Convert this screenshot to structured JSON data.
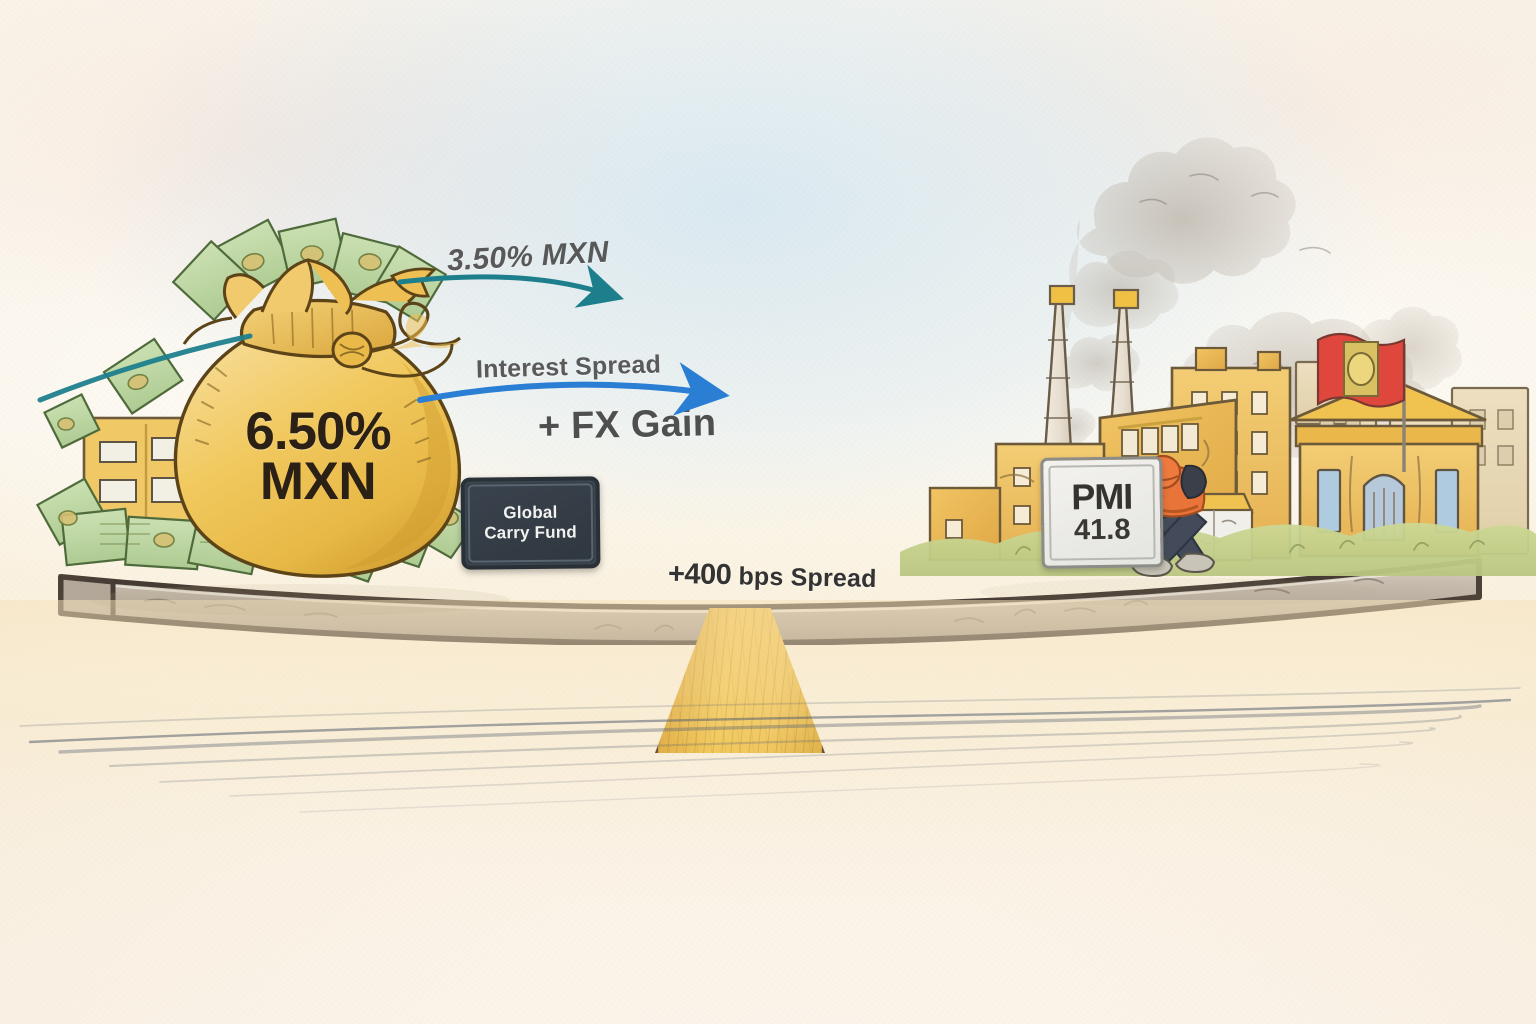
{
  "illustration": {
    "title": "Carry trade seesaw: high-yield MXN versus weak manufacturing PMI",
    "style": "hand-drawn watercolor sketch on textured paper"
  },
  "labels": {
    "mxn_rate": "3.50% MXN",
    "interest_spread": "Interest Spread",
    "fx_gain": "+ FX Gain",
    "plank_strong": "+400",
    "plank_light": " bps Spread"
  },
  "money_bag": {
    "rate": "6.50%",
    "currency": "MXN"
  },
  "carry_fund_sign": {
    "line1": "Global",
    "line2": "Carry Fund"
  },
  "pmi_sign": {
    "label": "PMI",
    "value": "41.8"
  },
  "colors": {
    "arrow_teal": "#1d7f8c",
    "arrow_blue": "#2a7fd4",
    "bag_gold": "#efc04a",
    "bag_gold_dark": "#c28b24",
    "plank_stone": "#b9ada0",
    "plank_outline": "#4a4038",
    "sign_slate": "#333c45",
    "pmi_panel": "#f0efec",
    "building_yellow": "#f0c260",
    "building_tan": "#e8d9b8",
    "flag_red": "#e0473c",
    "flag_emblem": "#e8c64a",
    "smoke_grey": "#a39a90",
    "grass_green": "#c3cf8e",
    "worker_orange": "#e8743a",
    "worker_navy": "#434b5a",
    "money_green": "#b9d2a0",
    "text_grey": "#4a4a4a",
    "text_dark": "#2b2016",
    "ground_pencil": "#5a6472",
    "paper": "#fdfaf4",
    "sky_blue": "#96c8eb"
  },
  "scene_elements": {
    "left_side": [
      "money-bag",
      "banknotes",
      "small-building",
      "global-carry-fund-sign"
    ],
    "right_side": [
      "factory",
      "smokestacks",
      "smoke-plumes",
      "apartment-blocks",
      "classical-building",
      "flag",
      "utility-box",
      "grass",
      "worker",
      "pmi-sign"
    ],
    "center": [
      "seesaw-plank",
      "fulcrum",
      "ground-shading"
    ]
  }
}
